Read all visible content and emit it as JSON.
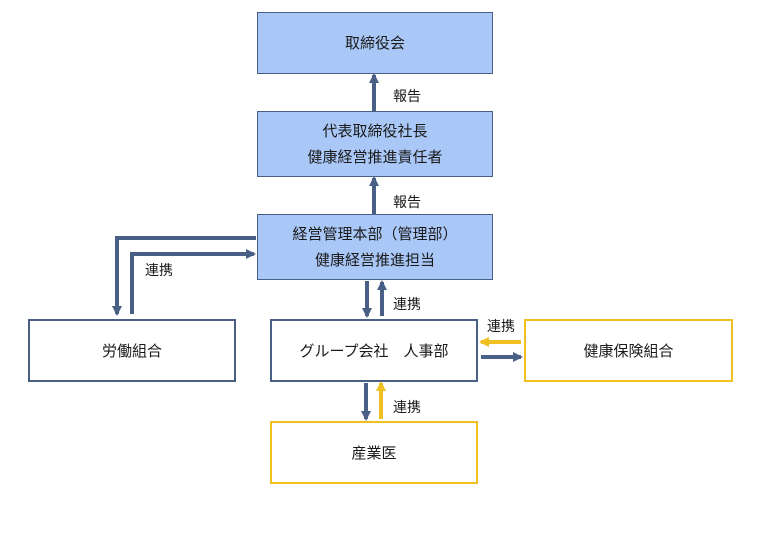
{
  "nodes": {
    "board": {
      "label": "取締役会"
    },
    "ceo": {
      "line1": "代表取締役社長",
      "line2": "健康経営推進責任者"
    },
    "hq": {
      "line1": "経営管理本部（管理部）",
      "line2": "健康経営推進担当"
    },
    "union": {
      "label": "労働組合"
    },
    "hr": {
      "label": "グループ会社　人事部"
    },
    "insurance": {
      "label": "健康保険組合"
    },
    "doctor": {
      "label": "産業医"
    }
  },
  "edges": {
    "ceo_to_board": "報告",
    "hq_to_ceo": "報告",
    "hq_union": "連携",
    "hq_hr": "連携",
    "hr_insurance": "連携",
    "hr_doctor": "連携"
  },
  "colors": {
    "navy": "#4a5f86",
    "gold": "#f0c020",
    "box_blue": "#aac8f7"
  }
}
